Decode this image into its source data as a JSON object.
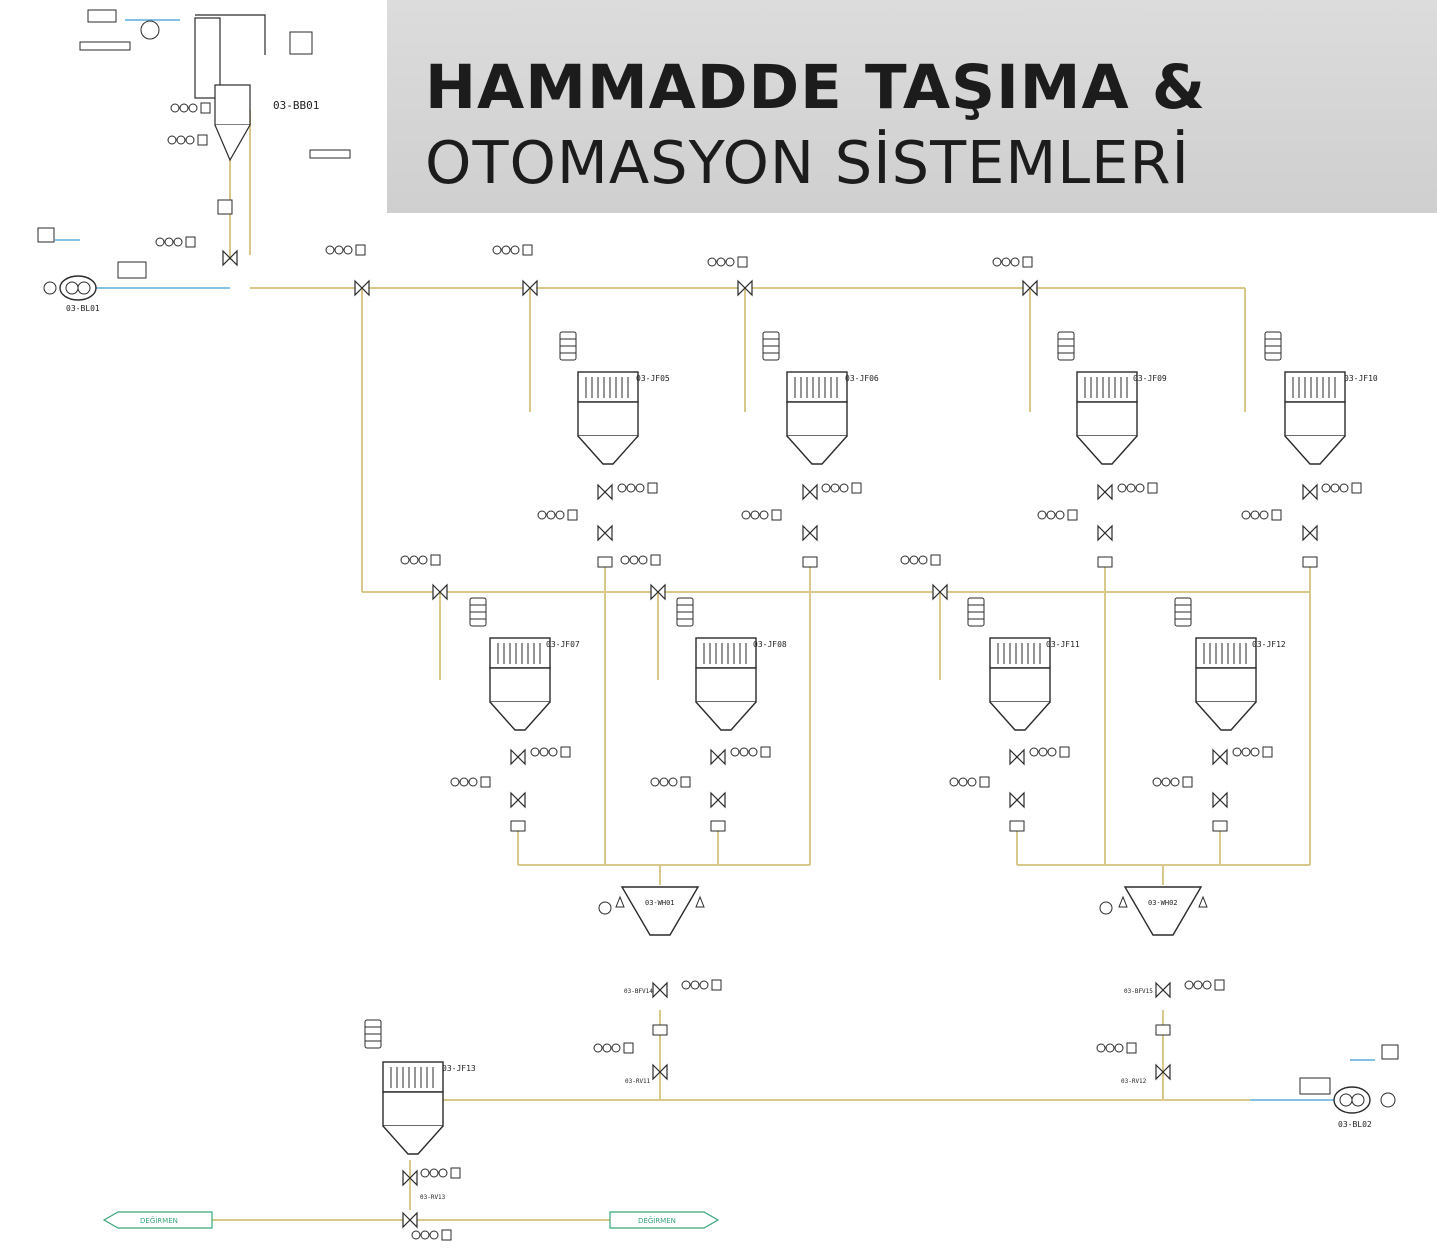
{
  "header": {
    "title_line1": "HAMMADDE TAŞIMA &",
    "title_line2": "OTOMASYON SİSTEMLERİ"
  },
  "equipment_labels": {
    "bb01": "03-BB01",
    "bl01": "03-BL01",
    "bl02": "03-BL02",
    "jf05": "03-JF05",
    "jf06": "03-JF06",
    "jf09": "03-JF09",
    "jf10": "03-JF10",
    "jf07": "03-JF07",
    "jf08": "03-JF08",
    "jf11": "03-JF11",
    "jf12": "03-JF12",
    "jf13": "03-JF13",
    "wh01": "03-WH01",
    "wh02": "03-WH02",
    "bfv14": "03-BFV14",
    "bfv15": "03-BFV15",
    "rv11": "03-RV11",
    "rv12": "03-RV12",
    "rv13": "03-RV13"
  },
  "destinations": {
    "left": "DEĞİRMEN",
    "right": "DEĞİRMEN"
  },
  "colors": {
    "banner": "#d3d3d3",
    "pipe_yellow": "#d8c98a",
    "pipe_blue": "#5aaedc",
    "line": "#2b2b2b",
    "tag_green": "#3aa67a"
  }
}
